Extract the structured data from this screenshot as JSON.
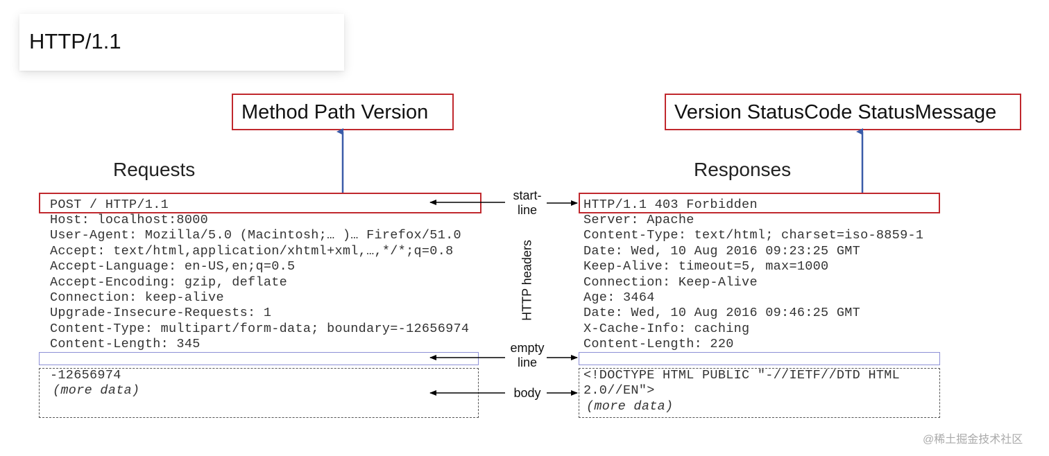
{
  "title": "HTTP/1.1",
  "request": {
    "format_label": "Method Path Version",
    "heading": "Requests",
    "start_line": "POST / HTTP/1.1",
    "headers": [
      "Host: localhost:8000",
      "User-Agent: Mozilla/5.0 (Macintosh;… )… Firefox/51.0",
      "Accept: text/html,application/xhtml+xml,…,*/*;q=0.8",
      "Accept-Language: en-US,en;q=0.5",
      "Accept-Encoding: gzip, deflate",
      "Connection: keep-alive",
      "Upgrade-Insecure-Requests: 1",
      "Content-Type: multipart/form-data; boundary=-12656974",
      "Content-Length: 345"
    ],
    "body_lines": [
      "-12656974"
    ],
    "body_more": "(more data)"
  },
  "response": {
    "format_label": "Version StatusCode StatusMessage",
    "heading": "Responses",
    "start_line": "HTTP/1.1 403 Forbidden",
    "headers": [
      "Server: Apache",
      "Content-Type: text/html; charset=iso-8859-1",
      "Date: Wed, 10 Aug 2016 09:23:25 GMT",
      "Keep-Alive: timeout=5, max=1000",
      "Connection: Keep-Alive",
      "Age: 3464",
      "Date: Wed, 10 Aug 2016 09:46:25 GMT",
      "X-Cache-Info: caching",
      "Content-Length: 220"
    ],
    "body_lines": [
      "<!DOCTYPE HTML PUBLIC \"-//IETF//DTD HTML",
      "2.0//EN\">"
    ],
    "body_more": "(more data)"
  },
  "labels": {
    "start_line": [
      "start-",
      "line"
    ],
    "http_headers": "HTTP headers",
    "empty_line": [
      "empty",
      "line"
    ],
    "body": "body"
  },
  "watermark": "@稀土掘金技术社区",
  "colors": {
    "red_border": "#c0282d",
    "blue_arrow": "#3a5ba8",
    "empty_border": "#8c8fd6"
  }
}
